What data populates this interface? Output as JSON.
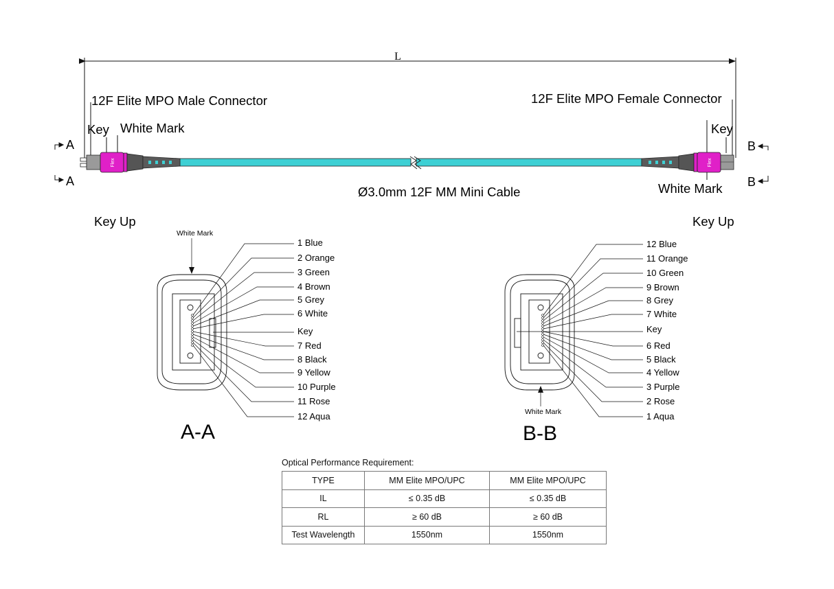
{
  "cable": {
    "length_label": "L",
    "male_connector": "12F Elite MPO Male Connector",
    "female_connector": "12F Elite MPO Female Connector",
    "key_left": "Key",
    "key_right": "Key",
    "white_mark_left": "White Mark",
    "white_mark_right": "White Mark",
    "cable_desc": "Ø3.0mm 12F MM Mini Cable",
    "section_a": "A",
    "section_b": "B",
    "connector_text": "Flex",
    "colors": {
      "cable": "#3ed0d4",
      "connector": "#e020c8",
      "boot": "#555555"
    }
  },
  "section_aa": {
    "key_up": "Key Up",
    "white_mark": "White Mark",
    "title": "A-A",
    "fibers": [
      "1 Blue",
      "2 Orange",
      "3 Green",
      "4 Brown",
      "5 Grey",
      "6 White",
      "Key",
      "7 Red",
      "8 Black",
      "9 Yellow",
      "10 Purple",
      "11 Rose",
      "12 Aqua"
    ]
  },
  "section_bb": {
    "key_up": "Key Up",
    "white_mark": "White Mark",
    "title": "B-B",
    "fibers": [
      "12 Blue",
      "11 Orange",
      "10 Green",
      "9 Brown",
      "8 Grey",
      "7 White",
      "Key",
      "6 Red",
      "5 Black",
      "4 Yellow",
      "3 Purple",
      "2 Rose",
      "1 Aqua"
    ]
  },
  "performance": {
    "title": "Optical Performance Requirement:",
    "rows": [
      [
        "TYPE",
        "MM Elite MPO/UPC",
        "MM Elite MPO/UPC"
      ],
      [
        "IL",
        "≤ 0.35 dB",
        "≤ 0.35 dB"
      ],
      [
        "RL",
        "≥ 60 dB",
        "≥ 60 dB"
      ],
      [
        "Test Wavelength",
        "1550nm",
        "1550nm"
      ]
    ]
  }
}
